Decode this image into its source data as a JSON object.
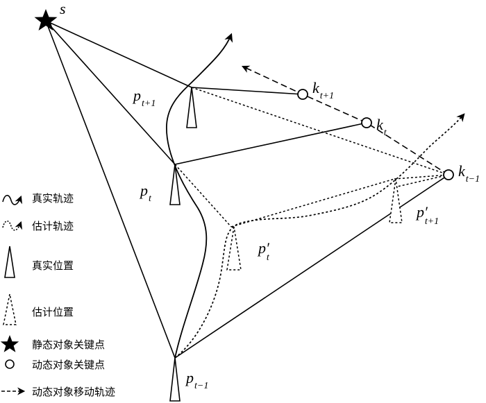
{
  "labels": {
    "s": "s",
    "p_next": {
      "base": "p",
      "sub": "t+1"
    },
    "p_now": {
      "base": "p",
      "sub": "t"
    },
    "p_prev": {
      "base": "p",
      "sub": "t−1"
    },
    "pp_now": {
      "base": "p′",
      "sub": "t"
    },
    "pp_next": {
      "base": "p′",
      "sub": "t+1"
    },
    "k_next": {
      "base": "k",
      "sub": "t+1"
    },
    "k_now": {
      "base": "k",
      "sub": "t"
    },
    "k_prev": {
      "base": "k",
      "sub": "t−1"
    }
  },
  "legend": [
    {
      "icon": "real-trajectory-icon",
      "text": "真实轨迹"
    },
    {
      "icon": "estimated-trajectory-icon",
      "text": "估计轨迹"
    },
    {
      "icon": "real-position-icon",
      "text": "真实位置"
    },
    {
      "icon": "estimated-position-icon",
      "text": "估计位置"
    },
    {
      "icon": "static-keypoint-icon",
      "text": "静态对象关键点"
    },
    {
      "icon": "dynamic-keypoint-icon",
      "text": "动态对象关键点"
    },
    {
      "icon": "dynamic-motion-icon",
      "text": "动态对象移动轨迹"
    }
  ]
}
